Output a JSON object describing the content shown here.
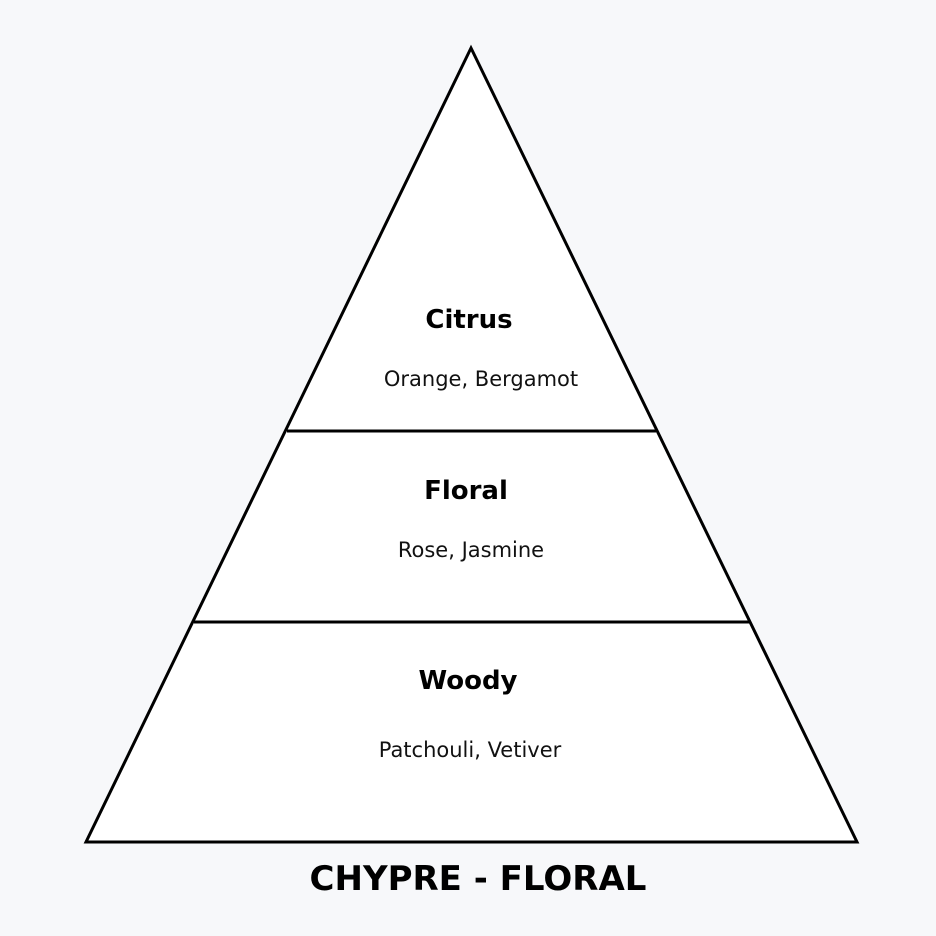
{
  "title": "CHYPRE - FLORAL",
  "layers": [
    {
      "name": "Citrus",
      "notes": "Orange, Bergamot"
    },
    {
      "name": "Floral",
      "notes": "Rose, Jasmine"
    },
    {
      "name": "Woody",
      "notes": "Patchouli, Vetiver"
    }
  ],
  "colors": {
    "background": "#f7f8fa",
    "fill": "#ffffff",
    "stroke": "#000000"
  }
}
